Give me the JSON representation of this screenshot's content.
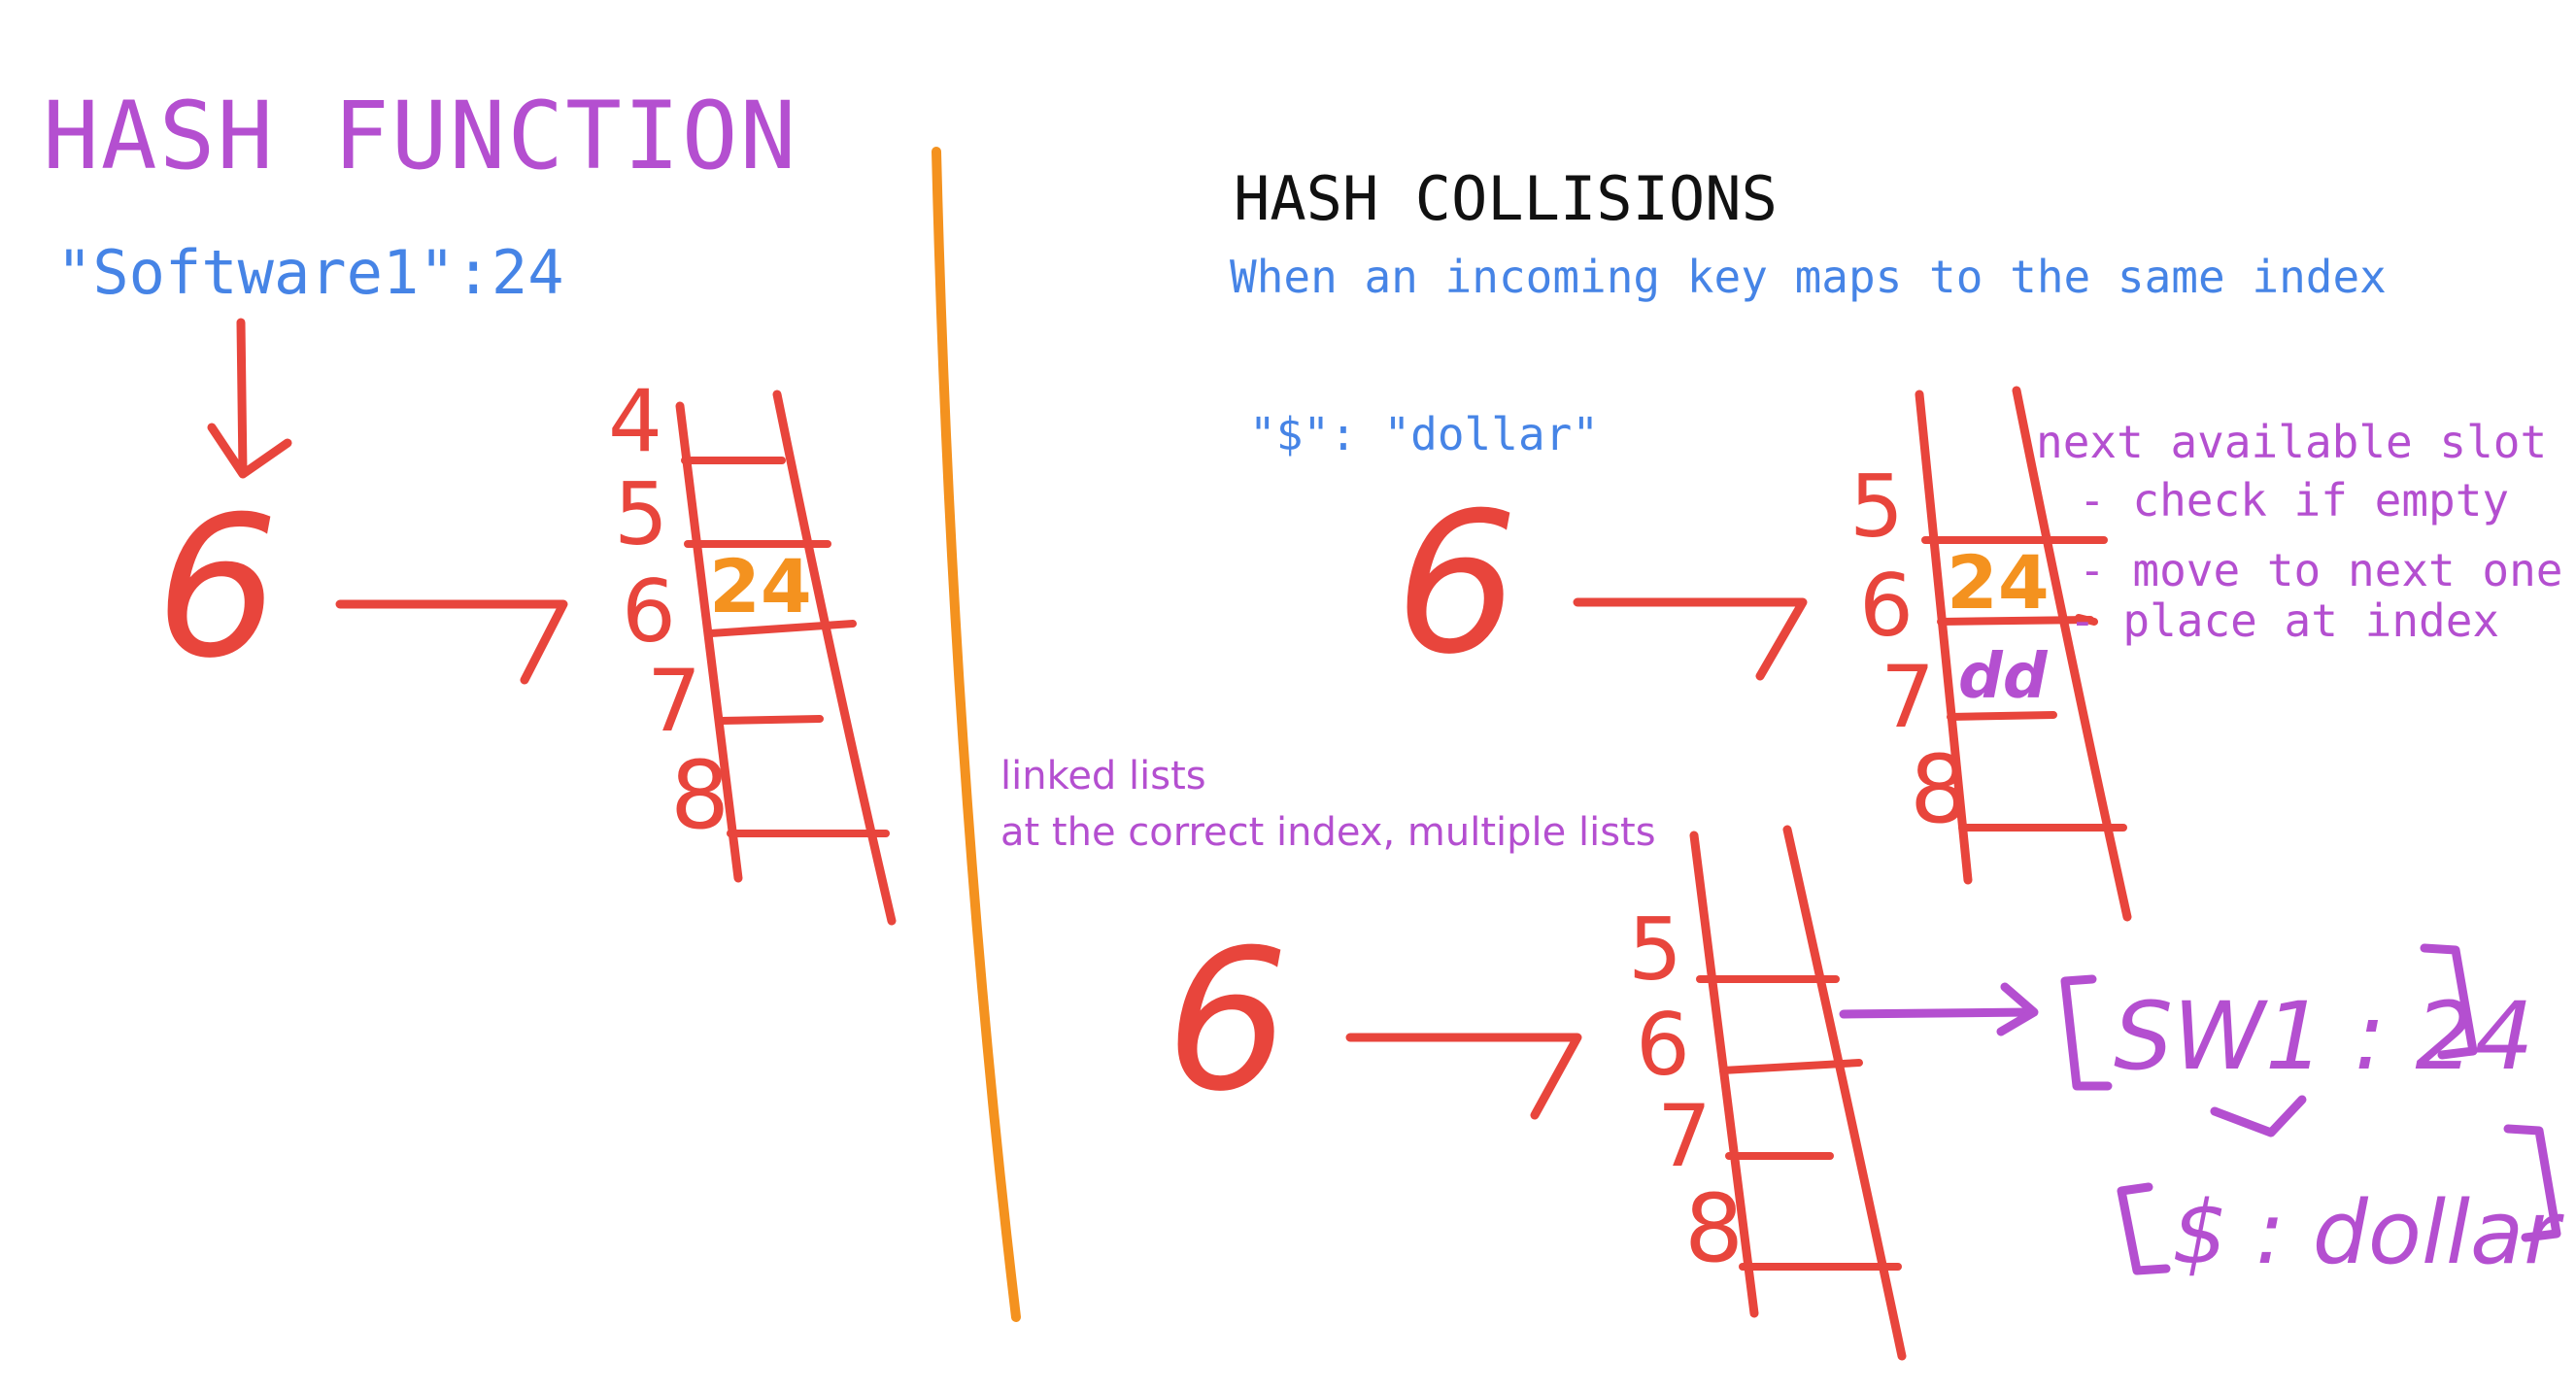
{
  "left": {
    "title": "HASH FUNCTION",
    "example_key_value": "\"Software1\":24",
    "hash_index": "6",
    "table_indices": [
      "4",
      "5",
      "6",
      "7",
      "8"
    ],
    "stored_value": "24"
  },
  "right": {
    "title": "HASH COLLISIONS",
    "definition": "When an incoming key maps to the same index",
    "incoming_key_value": "\"$\": \"dollar\"",
    "open_addressing": {
      "hash_index": "6",
      "table_indices": [
        "5",
        "6",
        "7",
        "8"
      ],
      "existing_value": "24",
      "placed_value": "dd",
      "title": "next available slot",
      "steps": [
        "- check if empty",
        "- move to next one",
        "- place at index"
      ]
    },
    "chaining": {
      "title": "linked lists",
      "description": "at the correct index, multiple lists",
      "hash_index": "6",
      "table_indices": [
        "5",
        "6",
        "7",
        "8"
      ],
      "node1_text": "SW1 : 24",
      "node2_text": "$ : dollar"
    }
  },
  "colors": {
    "red_ink": "#e8453c",
    "orange_ink": "#f4921f",
    "purple_ink": "#b44fd0",
    "blue_text": "#4684e6",
    "black_text": "#111111"
  }
}
